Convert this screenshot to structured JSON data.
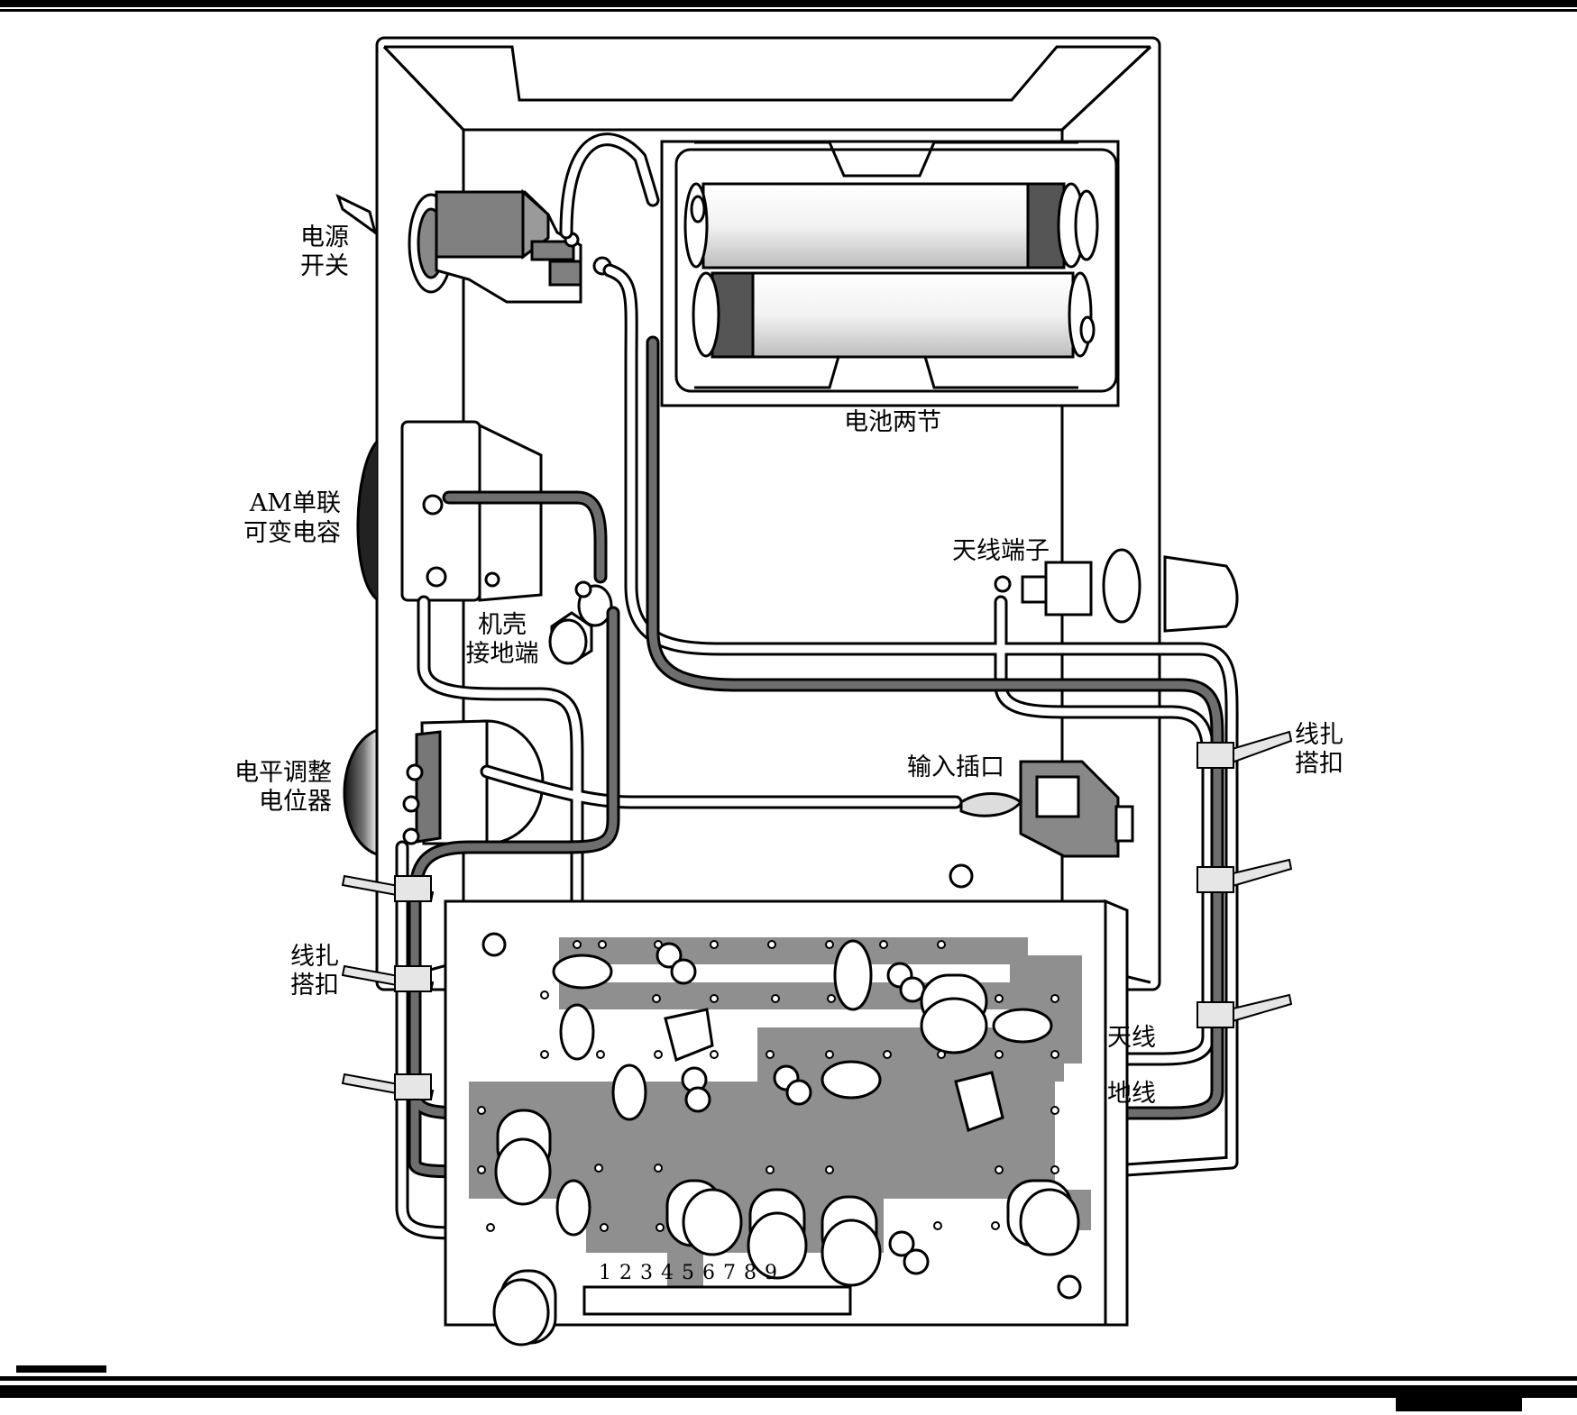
{
  "labels": {
    "power_switch": [
      "电源",
      "开关"
    ],
    "batteries": "电池两节",
    "am_capacitor": [
      "AM单联",
      "可变电容"
    ],
    "chassis_ground": [
      "机壳",
      "接地端"
    ],
    "antenna_terminal": "天线端子",
    "level_pot": [
      "电平调整",
      "电位器"
    ],
    "input_jack": "输入插口",
    "cable_tie_right": [
      "线扎",
      "搭扣"
    ],
    "cable_tie_left": [
      "线扎",
      "搭扣"
    ],
    "antenna_wire": "天线",
    "ground_wire": "地线"
  },
  "pin_numbers": [
    "1",
    "2",
    "3",
    "4",
    "5",
    "6",
    "7",
    "8",
    "9"
  ],
  "colors": {
    "ink": "#000000",
    "copper": "#8f8f8f",
    "dark_wire": "#555555",
    "component_gray": "#808080",
    "background": "#ffffff"
  }
}
